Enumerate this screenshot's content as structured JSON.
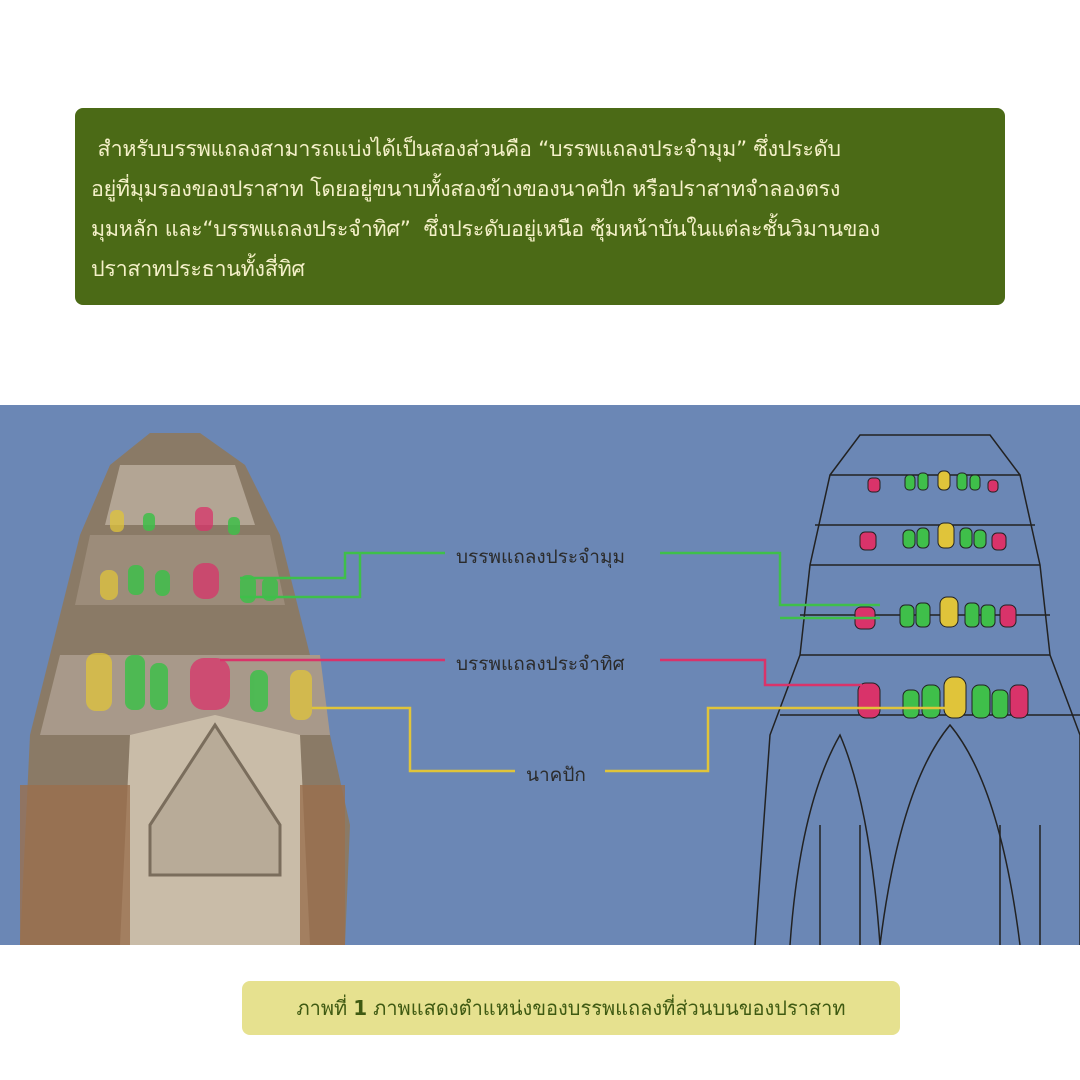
{
  "intro": {
    "lines": [
      " สำหรับบรรพแถลงสามารถแบ่งได้เป็นสองส่วนคือ “บรรพแถลงประจำมุม” ซึ่งประดับ",
      "อยู่ที่มุมรองของปราสาท โดยอยู่ขนาบทั้งสองข้างของนาคปัก หรือปราสาทจำลองตรง",
      "มุมหลัก และ“บรรพแถลงประจำทิศ”  ซึ่งประดับอยู่เหนือ ซุ้มหน้าบันในแต่ละชั้นวิมานของ",
      "ปราสาทประธานทั้งสี่ทิศ"
    ]
  },
  "figure": {
    "labels": {
      "corner": "บรรพแถลงประจำมุม",
      "direction": "บรรพแถลงประจำทิศ",
      "naga": "นาคปัก"
    },
    "colors": {
      "corner": "#3fbf4a",
      "direction": "#d9336a",
      "naga": "#e0c43a",
      "background": "#6b87b5"
    }
  },
  "caption": {
    "prefix": "ภาพที่",
    "number": "1",
    "text": "ภาพแสดงตำแหน่งของบรรพแถลงที่ส่วนบนของปราสาท"
  }
}
